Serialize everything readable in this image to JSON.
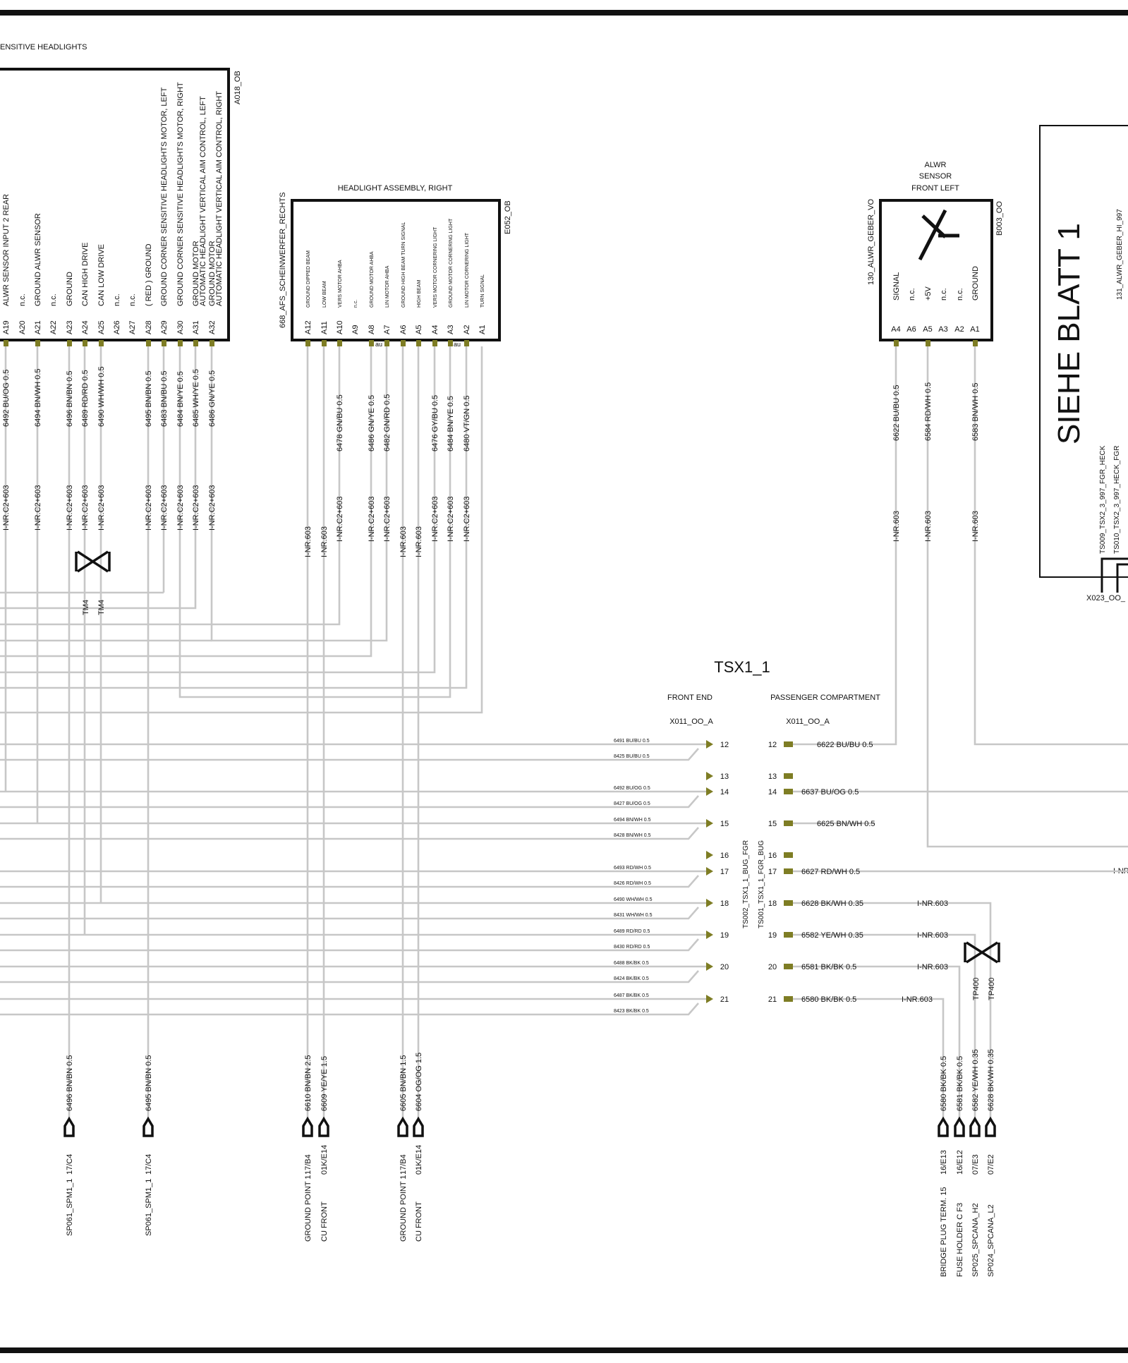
{
  "colors": {
    "wire": "#c7c7c7",
    "pin": "#7e7d24",
    "ink": "#111111"
  },
  "a018": {
    "page_title": "ENSITIVE HEADLIGHTS",
    "id": "A018_OB",
    "pins": [
      {
        "pin": "A19",
        "desc": "ALWR SENSOR  INPUT  2  REAR",
        "wire": "6492 BU/OG 0.5",
        "nr": "I-NR.C2+603"
      },
      {
        "pin": "A20",
        "desc": "n.c.",
        "wire": "",
        "nr": ""
      },
      {
        "pin": "A21",
        "desc": "GROUND ALWR SENSOR",
        "wire": "6494 BN/WH 0.5",
        "nr": "I-NR.C2+603"
      },
      {
        "pin": "A22",
        "desc": "n.c.",
        "wire": "",
        "nr": ""
      },
      {
        "pin": "A23",
        "desc": "GROUND",
        "wire": "6496 BN/BN 0.5",
        "nr": "I-NR.C2+603"
      },
      {
        "pin": "A24",
        "desc": "CAN HIGH  DRIVE",
        "wire": "6489 RD/RD 0.5",
        "nr": "I-NR.C2+603"
      },
      {
        "pin": "A25",
        "desc": "CAN LOW  DRIVE",
        "wire": "6490 WH/WH 0.5",
        "nr": "I-NR.C2+603"
      },
      {
        "pin": "A26",
        "desc": "n.c.",
        "wire": "",
        "nr": ""
      },
      {
        "pin": "A27",
        "desc": "n.c.",
        "wire": "",
        "nr": ""
      },
      {
        "pin": "A28",
        "desc": "( RED )  GROUND",
        "wire": "6495 BN/BN 0.5",
        "nr": "I-NR.C2+603"
      },
      {
        "pin": "A29",
        "desc": "GROUND  CORNER SENSITIVE HEADLIGHTS  MOTOR, LEFT",
        "wire": "6483 BN/BU 0.5",
        "nr": "I-NR.C2+603"
      },
      {
        "pin": "A30",
        "desc": "GROUND  CORNER SENSITIVE HEADLIGHTS  MOTOR, RIGHT",
        "wire": "6484 BN/YE 0.5",
        "nr": "I-NR.C2+603"
      },
      {
        "pin": "A31",
        "desc": "GROUND  MOTOR|AUTOMATIC HEADLIGHT VERTICAL AIM CONTROL, LEFT",
        "wire": "6485 WH/YE 0.5",
        "nr": "I-NR.C2+603"
      },
      {
        "pin": "A32",
        "desc": "GROUND  MOTOR|AUTOMATIC HEADLIGHT VERTICAL AIM CONTROL, RIGHT",
        "wire": "6486 GN/YE 0.5",
        "nr": "I-NR.C2+603"
      }
    ],
    "twist_labels": [
      "TM4",
      "TM4"
    ]
  },
  "e052": {
    "title": "HEADLIGHT ASSEMBLY, RIGHT",
    "id": "E052_OB",
    "connector": "668_AFS_SCHEINWERFER_RECHTS",
    "au": "au",
    "pins": [
      {
        "pin": "A12",
        "desc": "GROUND DIPPED BEAM",
        "wire": "",
        "nr": "I-NR.603"
      },
      {
        "pin": "A11",
        "desc": "LOW BEAM",
        "wire": "",
        "nr": "I-NR.603"
      },
      {
        "pin": "A10",
        "desc": "VERS MOTOR AHBA",
        "wire": "6478 GN/BU 0.5",
        "nr": "I-NR.C2+603"
      },
      {
        "pin": "A9",
        "desc": "n.c.",
        "wire": "",
        "nr": ""
      },
      {
        "pin": "A8",
        "desc": "GROUND MOTOR AHBA",
        "wire": "6486 GN/YE 0.5",
        "nr": "I-NR.C2+603"
      },
      {
        "pin": "A7",
        "desc": "LIN MOTOR AHBA",
        "wire": "6482 GN/RD 0.5",
        "nr": "I-NR.C2+603"
      },
      {
        "pin": "A6",
        "desc": "GROUND HIGH BEAM  TURN SIGNAL",
        "wire": "",
        "nr": "I-NR.603"
      },
      {
        "pin": "A5",
        "desc": "HIGH BEAM",
        "wire": "",
        "nr": "I-NR.603"
      },
      {
        "pin": "A4",
        "desc": "VERS MOTOR CORNERING LIGHT",
        "wire": "6476 GY/BU 0.5",
        "nr": "I-NR.C2+603"
      },
      {
        "pin": "A3",
        "desc": "GROUND MOTOR CORNERING LIGHT",
        "wire": "6484 BN/YE 0.5",
        "nr": "I-NR.C2+603"
      },
      {
        "pin": "A2",
        "desc": "LIN MOTOR CORNERING LIGHT",
        "wire": "6480 VT/GN 0.5",
        "nr": "I-NR.C2+603"
      },
      {
        "pin": "A1",
        "desc": "TURN SIGNAL",
        "wire": "",
        "nr": ""
      }
    ]
  },
  "b003": {
    "title_lines": [
      "ALWR",
      "SENSOR",
      "FRONT LEFT"
    ],
    "id": "B003_OO",
    "connector": "130_ALWR_GEBER_VO",
    "pins": [
      {
        "pin": "A4",
        "desc": "SIGNAL",
        "wire": "6622 BU/BU 0.5",
        "nr": "I-NR.603"
      },
      {
        "pin": "A6",
        "desc": "n.c.",
        "wire": "",
        "nr": ""
      },
      {
        "pin": "A5",
        "desc": "+5V",
        "wire": "6584 RD/WH 0.5",
        "nr": "I-NR.603"
      },
      {
        "pin": "A3",
        "desc": "n.c.",
        "wire": "",
        "nr": ""
      },
      {
        "pin": "A2",
        "desc": "n.c.",
        "wire": "",
        "nr": ""
      },
      {
        "pin": "A1",
        "desc": "GROUND",
        "wire": "6583 BN/WH 0.5",
        "nr": "I-NR.603"
      }
    ]
  },
  "sheet": {
    "title": "SIEHE BLATT 1",
    "label_alwr": "131_ALWR_GEBER_HI_997",
    "label_ts009": "TS009_TSX2_3_997_FGR_HECK",
    "label_ts010": "TS010_TSX2_3_997_HECK_FGR",
    "label_x023": "X023_OO_"
  },
  "tsx": {
    "title": "TSX1_1",
    "front_end": "FRONT END",
    "passenger": "PASSENGER COMPARTMENT",
    "conn_left": "X011_OO_A",
    "conn_right": "X011_OO_A",
    "ts002": "TS002_TSX1_1_BUG_FGR",
    "ts001": "TS001_TSX1_1_FGR_BUG",
    "right_nr_stub": "I-NR",
    "tp_labels": [
      "TP400",
      "TP400"
    ],
    "pins": [
      {
        "n": "12",
        "l1": "6491 BU/BU 0.5",
        "l2": "8425 BU/BU 0.5",
        "r": "6622 BU/BU 0.5",
        "rnr": ""
      },
      {
        "n": "13",
        "l1": "",
        "l2": "",
        "r": "",
        "rnr": ""
      },
      {
        "n": "14",
        "l1": "6492 BU/OG 0.5",
        "l2": "8427 BU/OG 0.5",
        "r": "6637 BU/OG 0.5",
        "rnr": ""
      },
      {
        "n": "15",
        "l1": "6494 BN/WH 0.5",
        "l2": "8428 BN/WH 0.5",
        "r": "6625 BN/WH 0.5",
        "rnr": ""
      },
      {
        "n": "16",
        "l1": "",
        "l2": "",
        "r": "",
        "rnr": ""
      },
      {
        "n": "17",
        "l1": "6493 RD/WH 0.5",
        "l2": "8426 RD/WH 0.5",
        "r": "6627 RD/WH 0.5",
        "rnr": ""
      },
      {
        "n": "18",
        "l1": "6490 WH/WH 0.5",
        "l2": "8431 WH/WH 0.5",
        "r": "6628 BK/WH 0.35",
        "rnr": "I-NR.603"
      },
      {
        "n": "19",
        "l1": "6489 RD/RD 0.5",
        "l2": "8430 RD/RD 0.5",
        "r": "6582 YE/WH 0.35",
        "rnr": "I-NR.603"
      },
      {
        "n": "20",
        "l1": "6488 BK/BK 0.5",
        "l2": "8424 BK/BK 0.5",
        "r": "6581 BK/BK 0.5",
        "rnr": "I-NR.603"
      },
      {
        "n": "21",
        "l1": "6487 BK/BK 0.5",
        "l2": "8423 BK/BK 0.5",
        "r": "6580 BK/BK 0.5",
        "rnr": "I-NR.603"
      }
    ]
  },
  "terminals": [
    {
      "wire": "6496 BN/BN 0.5",
      "ref": "17/C4",
      "name": "SP061_SPM1_1"
    },
    {
      "wire": "6495 BN/BN 0.5",
      "ref": "17/C4",
      "name": "SP061_SPM1_1"
    },
    {
      "wire": "6610 BN/BN 2.5",
      "ref": "17/B4",
      "name": "GROUND POINT 1"
    },
    {
      "wire": "6609 YE/YE 1.5",
      "ref": "01K/E14",
      "name": "CU FRONT"
    },
    {
      "wire": "6605 BN/BN 1.5",
      "ref": "17/B4",
      "name": "GROUND POINT 1"
    },
    {
      "wire": "6604 OG/OG 1.5",
      "ref": "01K/E14",
      "name": "CU FRONT"
    },
    {
      "wire": "6580 BK/BK 0.5",
      "ref": "16/E13",
      "name": "BRIDGE PLUG  TERM. 15"
    },
    {
      "wire": "6581 BK/BK 0.5",
      "ref": "16/E12",
      "name": "FUSE HOLDER C     F3"
    },
    {
      "wire": "6582 YE/WH 0.35",
      "ref": "07/E3",
      "name": "SP025_SPCANA_H2"
    },
    {
      "wire": "6628 BK/WH 0.35",
      "ref": "07/E2",
      "name": "SP024_SPCANA_L2"
    }
  ]
}
